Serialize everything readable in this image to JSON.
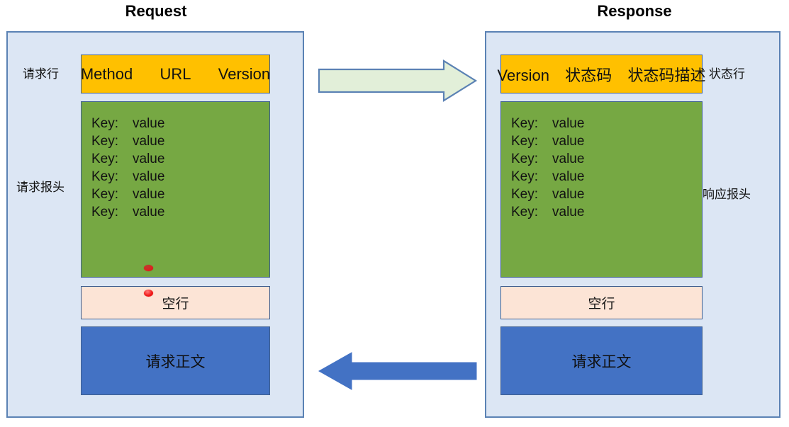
{
  "titles": {
    "request": "Request",
    "response": "Response"
  },
  "colors": {
    "panel_fill": "#dce6f4",
    "panel_border": "#5b82b4",
    "start_line": "#ffc000",
    "headers": "#76a843",
    "empty_line": "#fce4d6",
    "body": "#4372c4",
    "arrow_request_fill": "#e2efd9",
    "arrow_request_border": "#5b82b4",
    "arrow_response_fill": "#4372c4",
    "marker_red": "#e31010"
  },
  "request": {
    "labels": {
      "start_line": "请求行",
      "headers": "请求报头"
    },
    "start_line": {
      "method": "Method",
      "url": "URL",
      "version": "Version"
    },
    "headers": [
      {
        "key": "Key:",
        "value": "value"
      },
      {
        "key": "Key:",
        "value": "value"
      },
      {
        "key": "Key:",
        "value": "value"
      },
      {
        "key": "Key:",
        "value": "value"
      },
      {
        "key": "Key:",
        "value": "value"
      },
      {
        "key": "Key:",
        "value": "value"
      }
    ],
    "empty_line": "空行",
    "body": "请求正文"
  },
  "response": {
    "labels": {
      "start_line": "状态行",
      "headers": "响应报头"
    },
    "start_line": {
      "version": "Version",
      "status_code": "状态码",
      "status_text": "状态码描述"
    },
    "headers": [
      {
        "key": "Key:",
        "value": "value"
      },
      {
        "key": "Key:",
        "value": "value"
      },
      {
        "key": "Key:",
        "value": "value"
      },
      {
        "key": "Key:",
        "value": "value"
      },
      {
        "key": "Key:",
        "value": "value"
      },
      {
        "key": "Key:",
        "value": "value"
      }
    ],
    "empty_line": "空行",
    "body": "请求正文"
  },
  "arrows": [
    {
      "name": "request-arrow",
      "direction": "right",
      "style": "outlined-light-green"
    },
    {
      "name": "response-arrow",
      "direction": "left",
      "style": "solid-blue"
    }
  ],
  "markers": [
    {
      "name": "red-marker-headers",
      "shape": "ellipse"
    },
    {
      "name": "red-marker-empty-line",
      "shape": "ellipse"
    }
  ]
}
